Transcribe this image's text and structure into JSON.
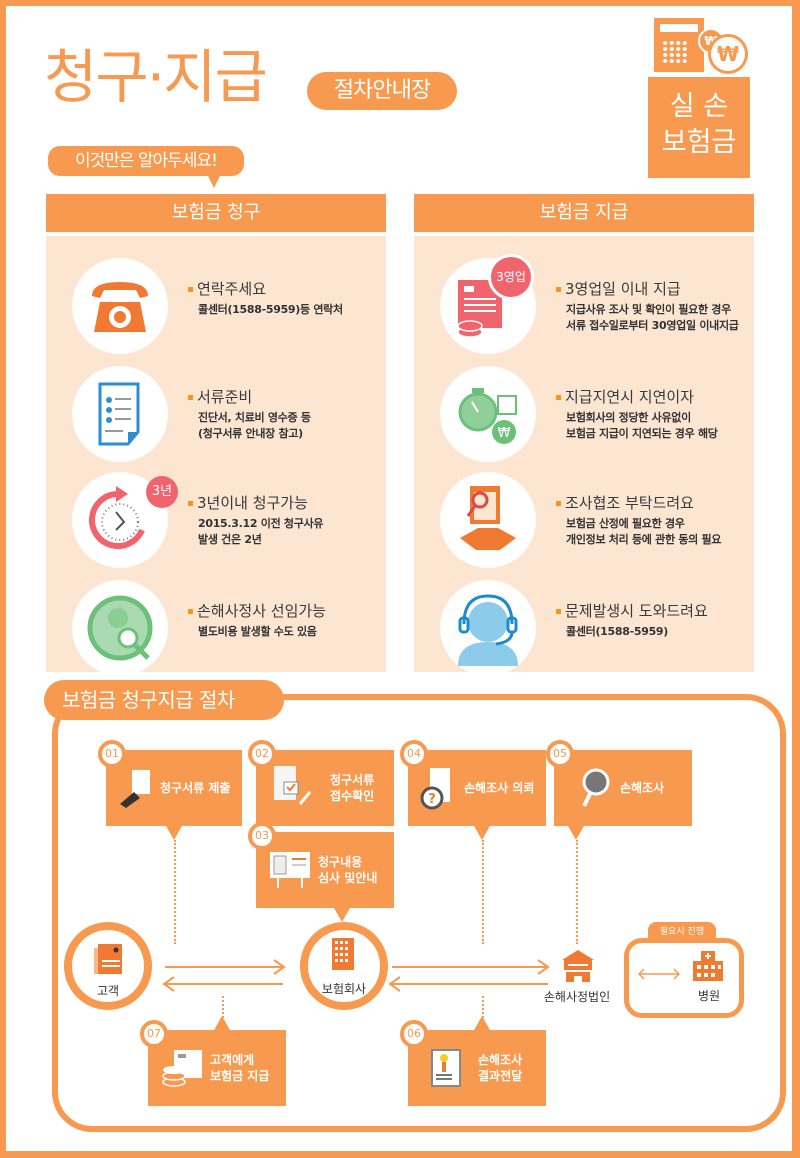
{
  "header": {
    "title": "청구·지급",
    "subtitle": "절차안내장",
    "badge_line1": "실 손",
    "badge_line2": "보험금",
    "badge_coin_small": "₩",
    "badge_coin_large": "₩",
    "notice": "이것만은 알아두세요!"
  },
  "colors": {
    "accent": "#f7994f",
    "panel_bg": "#fde6d1",
    "bullet": "#f7941d",
    "red": "#f0646e",
    "green": "#6cc07a",
    "blue": "#4aa8dd"
  },
  "claim": {
    "heading": "보험금 청구",
    "items": [
      {
        "icon": "telephone-icon",
        "title": "연락주세요",
        "desc": "콜센터(1588-5959)등 연락처"
      },
      {
        "icon": "document-checklist-icon",
        "title": "서류준비",
        "desc": "진단서, 치료비 영수증 등\n(청구서류 안내장 참고)"
      },
      {
        "icon": "clock-cycle-icon",
        "badge": "3년",
        "title": "3년이내 청구가능",
        "desc": "2015.3.12 이전 청구사유\n발생 건은 2년"
      },
      {
        "icon": "person-search-icon",
        "title": "손해사정사 선임가능",
        "desc": "별도비용 발생할 수도 있음"
      }
    ]
  },
  "payment": {
    "heading": "보험금 지급",
    "items": [
      {
        "icon": "document-coins-icon",
        "badge": "3영업일",
        "title": "3영업일 이내 지급",
        "desc": "지급사유 조사 및 확인이 필요한 경우\n서류 접수일로부터 30영업일 이내지급"
      },
      {
        "icon": "stopwatch-calendar-icon",
        "title": "지급지연시 지연이자",
        "desc": "보험회사의 정당한 사유없이\n보험금 지급이 지연되는 경우 해당"
      },
      {
        "icon": "clipboard-handshake-icon",
        "title": "조사협조 부탁드려요",
        "desc": "보험금 산정에 필요한 경우\n개인정보 처리 등에 관한 동의 필요"
      },
      {
        "icon": "headset-agent-icon",
        "title": "문제발생시 도와드려요",
        "desc": "콜센터(1588-5959)"
      }
    ]
  },
  "procedure": {
    "heading": "보험금 청구지급 절차",
    "steps": [
      {
        "num": "01",
        "label": "청구서류 제출"
      },
      {
        "num": "02",
        "label": "청구서류\n접수확인"
      },
      {
        "num": "03",
        "label": "청구내용\n심사 및안내"
      },
      {
        "num": "04",
        "label": "손해조사 의뢰"
      },
      {
        "num": "05",
        "label": "손해조사"
      },
      {
        "num": "06",
        "label": "손해조사\n결과전달"
      },
      {
        "num": "07",
        "label": "고객에게\n보험금 지급"
      }
    ],
    "nodes": {
      "customer": "고객",
      "insurer": "보험회사",
      "adjuster": "손해사정법인",
      "hospital": "병원",
      "hospital_tag": "필요시 진행"
    }
  }
}
